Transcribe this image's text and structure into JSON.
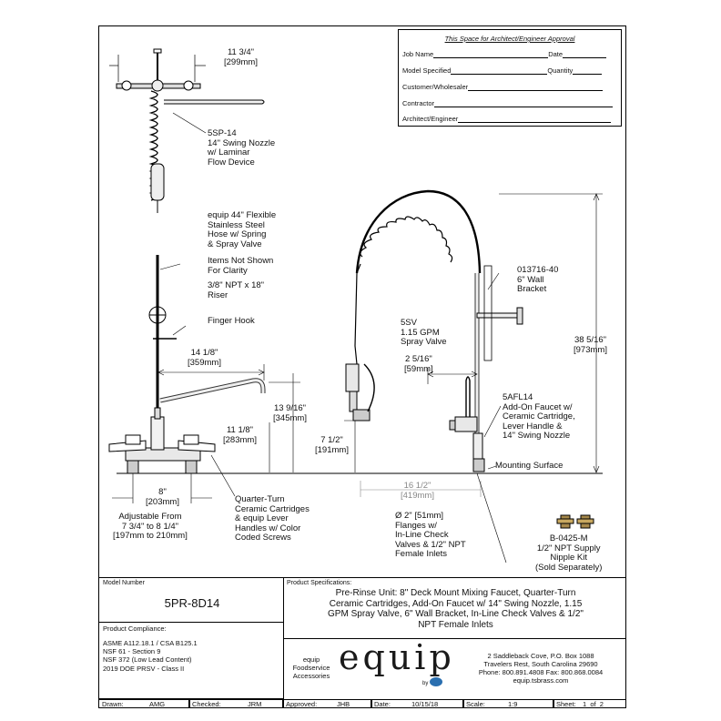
{
  "approval_box": {
    "title": "This Space for Architect/Engineer Approval",
    "fields": [
      {
        "label": "Job Name"
      },
      {
        "label": "Date"
      },
      {
        "label": "Model Specified"
      },
      {
        "label": "Quantity"
      },
      {
        "label": "Customer/Wholesaler"
      },
      {
        "label": "Contractor"
      },
      {
        "label": "Architect/Engineer"
      }
    ]
  },
  "top_view": {
    "dim_width": "11 3/4\"",
    "dim_width_mm": "[299mm]",
    "nozzle_label": "5SP-14\n14\" Swing Nozzle\nw/ Laminar\nFlow Device"
  },
  "front_view": {
    "items_not_shown": "Items Not Shown\nFor Clarity",
    "riser": "3/8\" NPT x 18\"\nRiser",
    "finger_hook": "Finger Hook",
    "dim_14": "14 1/8\"",
    "dim_14_mm": "[359mm]",
    "dim_13": "13 9/16\"",
    "dim_13_mm": "[345mm]",
    "dim_11": "11 1/8\"",
    "dim_11_mm": "[283mm]",
    "dim_8": "8\"",
    "dim_8_mm": "[203mm]",
    "adjustable": "Adjustable From\n7 3/4\" to 8 1/4\"\n[197mm to 210mm]",
    "cartridges": "Quarter-Turn\nCeramic Cartridges\n& equip Lever\nHandles w/ Color\nCoded Screws"
  },
  "side_view": {
    "hose": "equip 44\" Flexible\nStainless Steel\nHose w/ Spring\n& Spray Valve",
    "spray_valve": "5SV\n1.15 GPM\nSpray Valve",
    "wall_bracket": "013716-40\n6\" Wall\nBracket",
    "dim_2": "2 5/16\"",
    "dim_2_mm": "[59mm]",
    "dim_38": "38 5/16\"",
    "dim_38_mm": "[973mm]",
    "dim_7": "7 1/2\"",
    "dim_7_mm": "[191mm]",
    "add_on": "5AFL14\nAdd-On Faucet w/\nCeramic Cartridge,\nLever Handle &\n14\" Swing Nozzle",
    "mounting_surface": "Mounting Surface",
    "dim_16": "16 1/2\"",
    "dim_16_mm": "[419mm]",
    "flanges": "Ø 2\" [51mm]\nFlanges w/\nIn-Line Check\nValves & 1/2\" NPT\nFemale Inlets",
    "nipple_kit": "B-0425-M\n1/2\" NPT Supply\nNipple Kit\n(Sold Separately)"
  },
  "title_block": {
    "model_number_label": "Model Number",
    "model_number": "5PR-8D14",
    "spec_label": "Product Specifications:",
    "spec_text": "Pre-Rinse Unit: 8\" Deck Mount Mixing Faucet, Quarter-Turn\nCeramic Cartridges, Add-On Faucet w/ 14\" Swing Nozzle, 1.15\nGPM Spray Valve, 6\" Wall Bracket, In-Line Check Valves & 1/2\"\nNPT Female Inlets",
    "compliance_label": "Product Compliance:",
    "compliance_lines": [
      "ASME A112.18.1 / CSA B125.1",
      "NSF 61 - Section 9",
      "NSF 372 (Low Lead Content)",
      "2019 DOE PRSV - Class II"
    ],
    "brand_sub": "equip\nFoodservice\nAccessories",
    "logo_text": "equip",
    "logo_by": "by",
    "address": "2 Saddleback Cove, P.O. Box 1088\nTravelers Rest, South Carolina 29690\nPhone: 800.891.4808  Fax: 800.868.0084\nequip.tsbrass.com",
    "footer": {
      "drawn_label": "Drawn:",
      "drawn": "AMG",
      "checked_label": "Checked:",
      "checked": "JRM",
      "approved_label": "Approved:",
      "approved": "JHB",
      "date_label": "Date:",
      "date": "10/15/18",
      "scale_label": "Scale:",
      "scale": "1:9",
      "sheet_label": "Sheet:",
      "sheet": "1  of  2"
    }
  }
}
